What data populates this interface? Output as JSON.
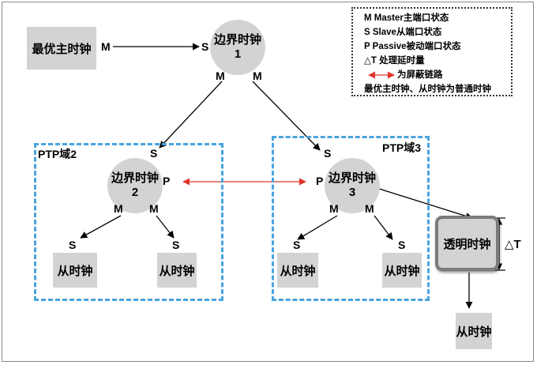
{
  "grandmaster": "最优主时钟",
  "ports": {
    "M": "M",
    "S": "S",
    "P": "P"
  },
  "bc1": {
    "name": "边界时钟",
    "num": "1"
  },
  "bc2": {
    "name": "边界时钟",
    "num": "2"
  },
  "bc3": {
    "name": "边界时钟",
    "num": "3"
  },
  "domain2_label": "PTP域2",
  "domain3_label": "PTP域3",
  "slave_clock": "从时钟",
  "transparent_clock": "透明时钟",
  "delta_t": "△T",
  "legend": {
    "m": "M Master主端口状态",
    "s": "S Slave从端口状态",
    "p": "P Passive被动端口状态",
    "t": "△T 处理延时量",
    "masked": "为屏蔽链路",
    "note": "最优主时钟、从时钟为普通时钟"
  },
  "colors": {
    "domain_border": "#4aa3df",
    "masked_link": "#e0352b",
    "node_fill": "#d3d3d3"
  }
}
